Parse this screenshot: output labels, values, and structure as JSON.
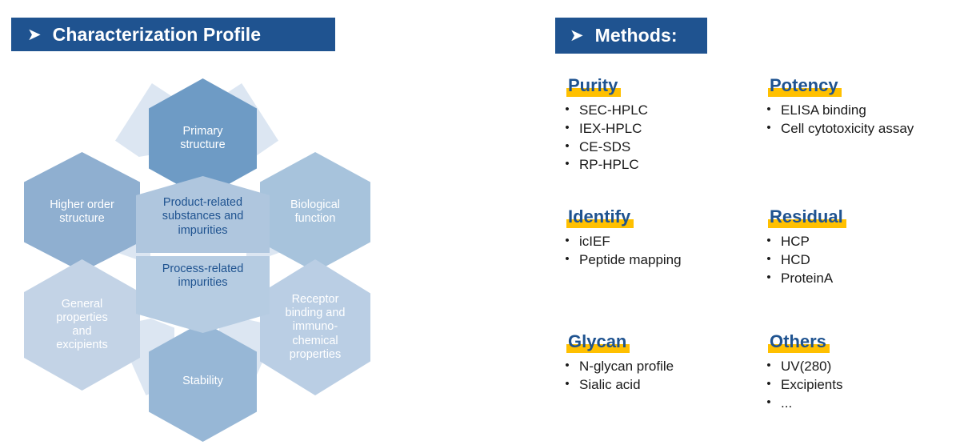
{
  "colors": {
    "header_blue": "#1F5390",
    "highlight_gold": "#FFC000",
    "hex_dark": "#6E9BC5",
    "hex_mid": "#8FAFD0",
    "hex_light": "#C3D3E6",
    "wedge": "#DCE6F2"
  },
  "left_panel": {
    "header": {
      "arrow": "arrow-bullet-icon",
      "title": "Characterization Profile"
    },
    "diagram": {
      "name": "characterization-hexagon-diagram",
      "outer_hexagons": [
        {
          "id": "primary-structure",
          "label": "Primary\nstructure",
          "color": "#6E9BC5"
        },
        {
          "id": "biological-function",
          "label": "Biological\nfunction",
          "color": "#A7C3DC"
        },
        {
          "id": "receptor-binding",
          "label": "Receptor\nbinding and\nimmuno-\nchemical\nproperties",
          "color": "#BACEE4"
        },
        {
          "id": "stability",
          "label": "Stability",
          "color": "#97B7D6"
        },
        {
          "id": "general-properties",
          "label": "General\nproperties\nand\nexcipients",
          "color": "#C3D3E6"
        },
        {
          "id": "higher-order-structure",
          "label": "Higher order\nstructure",
          "color": "#8FAFD0"
        }
      ],
      "center_hexagon": {
        "top_half": {
          "id": "product-related",
          "label": "Product-related\nsubstances and\nimpurities",
          "color": "#AFC6DE"
        },
        "bottom_half": {
          "id": "process-related",
          "label": "Process-related\nimpurities",
          "color": "#B6CCE2"
        }
      }
    }
  },
  "right_panel": {
    "header": {
      "arrow": "arrow-bullet-icon",
      "title": "Methods:"
    },
    "categories": [
      {
        "id": "purity",
        "title": "Purity",
        "items": [
          "SEC-HPLC",
          "IEX-HPLC",
          "CE-SDS",
          "RP-HPLC"
        ]
      },
      {
        "id": "potency",
        "title": "Potency",
        "items": [
          "ELISA binding",
          "Cell cytotoxicity assay"
        ]
      },
      {
        "id": "identify",
        "title": "Identify",
        "items": [
          "icIEF",
          "Peptide mapping"
        ]
      },
      {
        "id": "residual",
        "title": "Residual",
        "items": [
          "HCP",
          "HCD",
          "ProteinA"
        ]
      },
      {
        "id": "glycan",
        "title": "Glycan",
        "items": [
          "N-glycan profile",
          "Sialic acid"
        ]
      },
      {
        "id": "others",
        "title": "Others",
        "items": [
          "UV(280)",
          "Excipients",
          "..."
        ]
      }
    ],
    "bullet_glyph": "•"
  }
}
